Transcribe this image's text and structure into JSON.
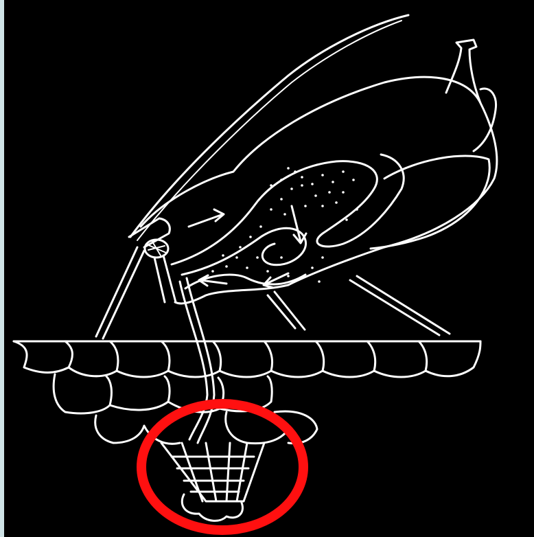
{
  "colors": {
    "background": "#000000",
    "frame": "#cfe3e6",
    "line_art": "#ffffff",
    "highlight_circle": "#ff1010"
  },
  "icons": {
    "insect": "aphid-insect-line-drawing",
    "plant_tissue": "plant-cell-layer",
    "highlight": "red-ellipse-highlight"
  }
}
